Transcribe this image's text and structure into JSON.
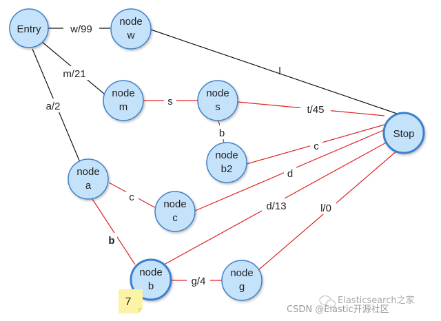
{
  "nodes": {
    "entry": {
      "line1": "Entry",
      "line2": ""
    },
    "w": {
      "line1": "node",
      "line2": "w"
    },
    "m": {
      "line1": "node",
      "line2": "m"
    },
    "s": {
      "line1": "node",
      "line2": "s"
    },
    "b2": {
      "line1": "node",
      "line2": "b2"
    },
    "a": {
      "line1": "node",
      "line2": "a"
    },
    "c": {
      "line1": "node",
      "line2": "c"
    },
    "b": {
      "line1": "node",
      "line2": "b"
    },
    "g": {
      "line1": "node",
      "line2": "g"
    },
    "stop": {
      "line1": "Stop",
      "line2": ""
    }
  },
  "edges": {
    "entry_w": "w/99",
    "w_stop": "l",
    "entry_m": "m/21",
    "m_s": "s",
    "s_stop": "t/45",
    "s_b2": "b",
    "b2_stop": "c",
    "entry_a": "a/2",
    "a_c": "c",
    "c_stop": "d",
    "a_b": "b",
    "b_stop": "d/13",
    "b_g": "g/4",
    "g_stop": "l/0"
  },
  "note": {
    "text": "7"
  },
  "watermark": {
    "text": "CSDN @Elastic开源社区",
    "overlay": "Elasticsearch之家"
  },
  "colors": {
    "node_fill": "#c5e2fb",
    "node_stroke": "#4a90d9",
    "edge_black": "#111111",
    "edge_red": "#e02020",
    "note_fill": "#fbf3a6"
  }
}
